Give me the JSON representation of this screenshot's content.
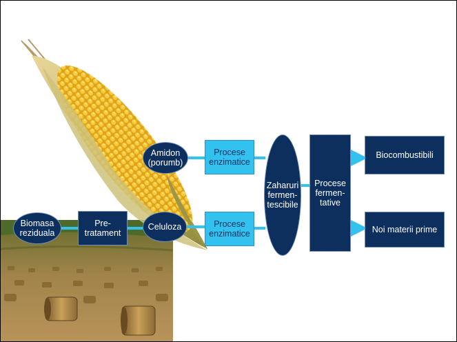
{
  "nodes": {
    "amidon": "Amidon\n(porumb)",
    "biomasa": "Biomasa\nreziduala",
    "pretratament": "Pre-\ntratament",
    "celuloza": "Celuloza",
    "procese_top": "Procese\nenzimatice",
    "procese_bottom": "Procese\nenzimatice",
    "zaharuri": "Zaharuri\nfermen-\ntescibile",
    "fermentative": "Procese\nfermen-\ntative",
    "biocombustibili": "Biocombustibili",
    "noi_materii": "Noi materii prime"
  },
  "colors": {
    "dark_node": "#0d2f5e",
    "light_node": "#33c2f0",
    "connector": "#33c2f0"
  },
  "images": {
    "corn": "corn-cob",
    "field": "hay-bale-field"
  }
}
